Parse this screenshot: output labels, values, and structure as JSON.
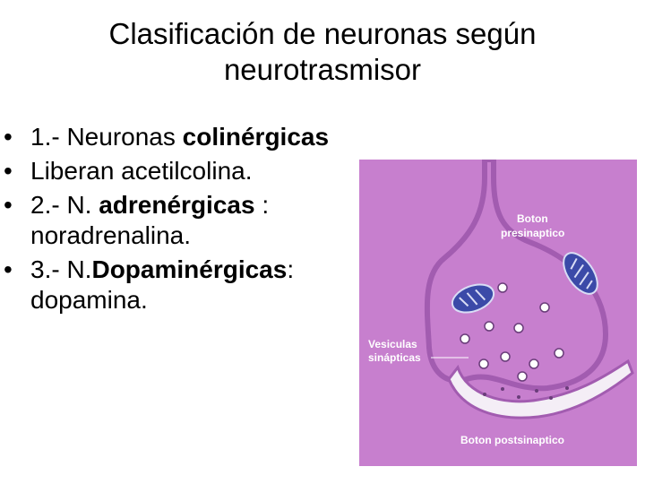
{
  "title": {
    "line1": "Clasificación de neuronas según",
    "line2": "neurotrasmisor"
  },
  "bullets": [
    {
      "pre": "1.- Neuronas ",
      "bold": "colinérgicas",
      "post": ""
    },
    {
      "pre": " Liberan  acetilcolina.",
      "bold": "",
      "post": ""
    },
    {
      "pre": "2.- N. ",
      "bold": "adrenérgicas",
      "post": " : noradrenalina."
    },
    {
      "pre": "3.- N.",
      "bold": "Dopaminérgicas",
      "post": ": dopamina."
    }
  ],
  "bullet_glyph": "•",
  "figure": {
    "label_presynaptic_1": "Boton",
    "label_presynaptic_2": "presinaptico",
    "label_vesicles_1": "Vesiculas",
    "label_vesicles_2": "sinápticas",
    "label_postsynaptic": "Boton postsinaptico",
    "colors": {
      "background": "#c77fce",
      "membrane": "#a25cb0",
      "cleft": "#f4eef6",
      "mitochondria": "#3b4aa8",
      "label_text": "#ffffff"
    }
  }
}
